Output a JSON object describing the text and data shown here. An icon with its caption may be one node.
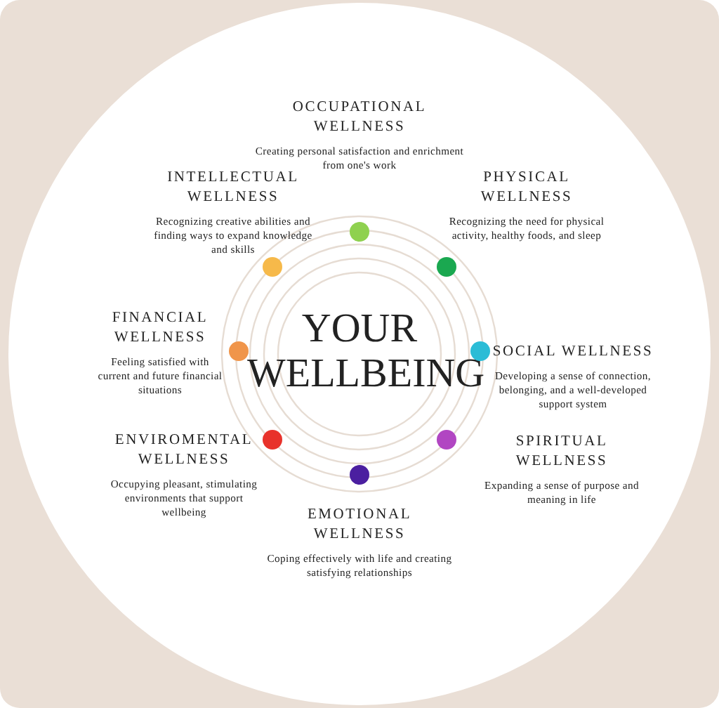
{
  "diagram": {
    "nodes": [
      {
        "text": [
          "YOUR WELLBEING"
        ]
      },
      {
        "text": [
          "OCCUPATIONAL WELLNESS",
          "Creating personal satisfaction and enrichment from one's work"
        ]
      },
      {
        "text": [
          "INTELLECTUAL WELLNESS",
          "Recognizing creative abilities and finding ways to expand knowledge and skills"
        ]
      },
      {
        "text": [
          "PHYSICAL WELLNESS",
          "Recognizing the need for physical activity, healthy foods, and sleep"
        ]
      },
      {
        "text": [
          "FINANCIAL WELLNESS",
          "Feeling satisfied with current and future financial situations"
        ]
      },
      {
        "text": [
          "SOCIAL WELLNESS",
          "Developing a sense of connection, belonging, and a well-developed support system"
        ]
      },
      {
        "text": [
          "ENVIROMENTAL WELLNESS",
          "Occupying pleasant, stimulating environments that support wellbeing"
        ]
      },
      {
        "text": [
          "SPIRITUAL WELLNESS",
          "Expanding a sense of purpose and meaning in life"
        ]
      },
      {
        "text": [
          "EMOTIONAL WELLNESS",
          "Coping effectively with life and creating satisfying relationships"
        ]
      }
    ]
  }
}
